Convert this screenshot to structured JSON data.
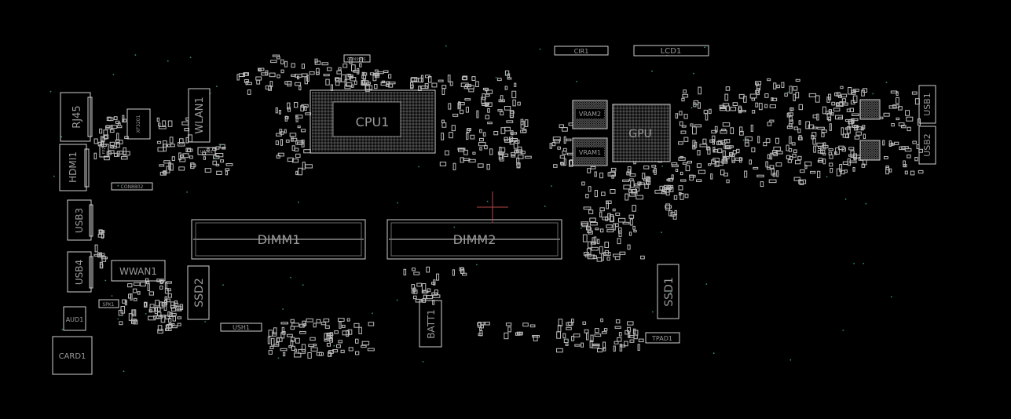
{
  "colors": {
    "background": "#000000",
    "outline": "#cfcfcf",
    "label": "#9a9a9a",
    "crosshair": "#b04848",
    "via": "#2f8f86"
  },
  "labels": {
    "rj45": "RJ45",
    "hdmi1": "HDMI1",
    "usb3": "USB3",
    "usb4": "USB4",
    "aud1": "AUD1",
    "card1": "CARD1",
    "wlan1": "WLAN1",
    "wwan1": "WWAN1",
    "ssd2": "SSD2",
    "spk1": "SPK1",
    "ush1": "USH1",
    "cpu1": "CPU1",
    "dimm1": "DIMM1",
    "dimm2": "DIMM2",
    "batt1": "BATT1",
    "cir1": "CIR1",
    "lcd1": "LCD1",
    "vram2": "VRAM2",
    "vram1": "VRAM1",
    "gpu": "GPU",
    "ssd1": "SSD1",
    "tpad1": "TPAD1",
    "usb1": "USB1",
    "usb2": "USB2",
    "xf3201": "XF3201",
    "con9901": "CON9901",
    "con8802": "CON8802",
    "fp2": "FP2",
    "u3501": "U3501"
  }
}
